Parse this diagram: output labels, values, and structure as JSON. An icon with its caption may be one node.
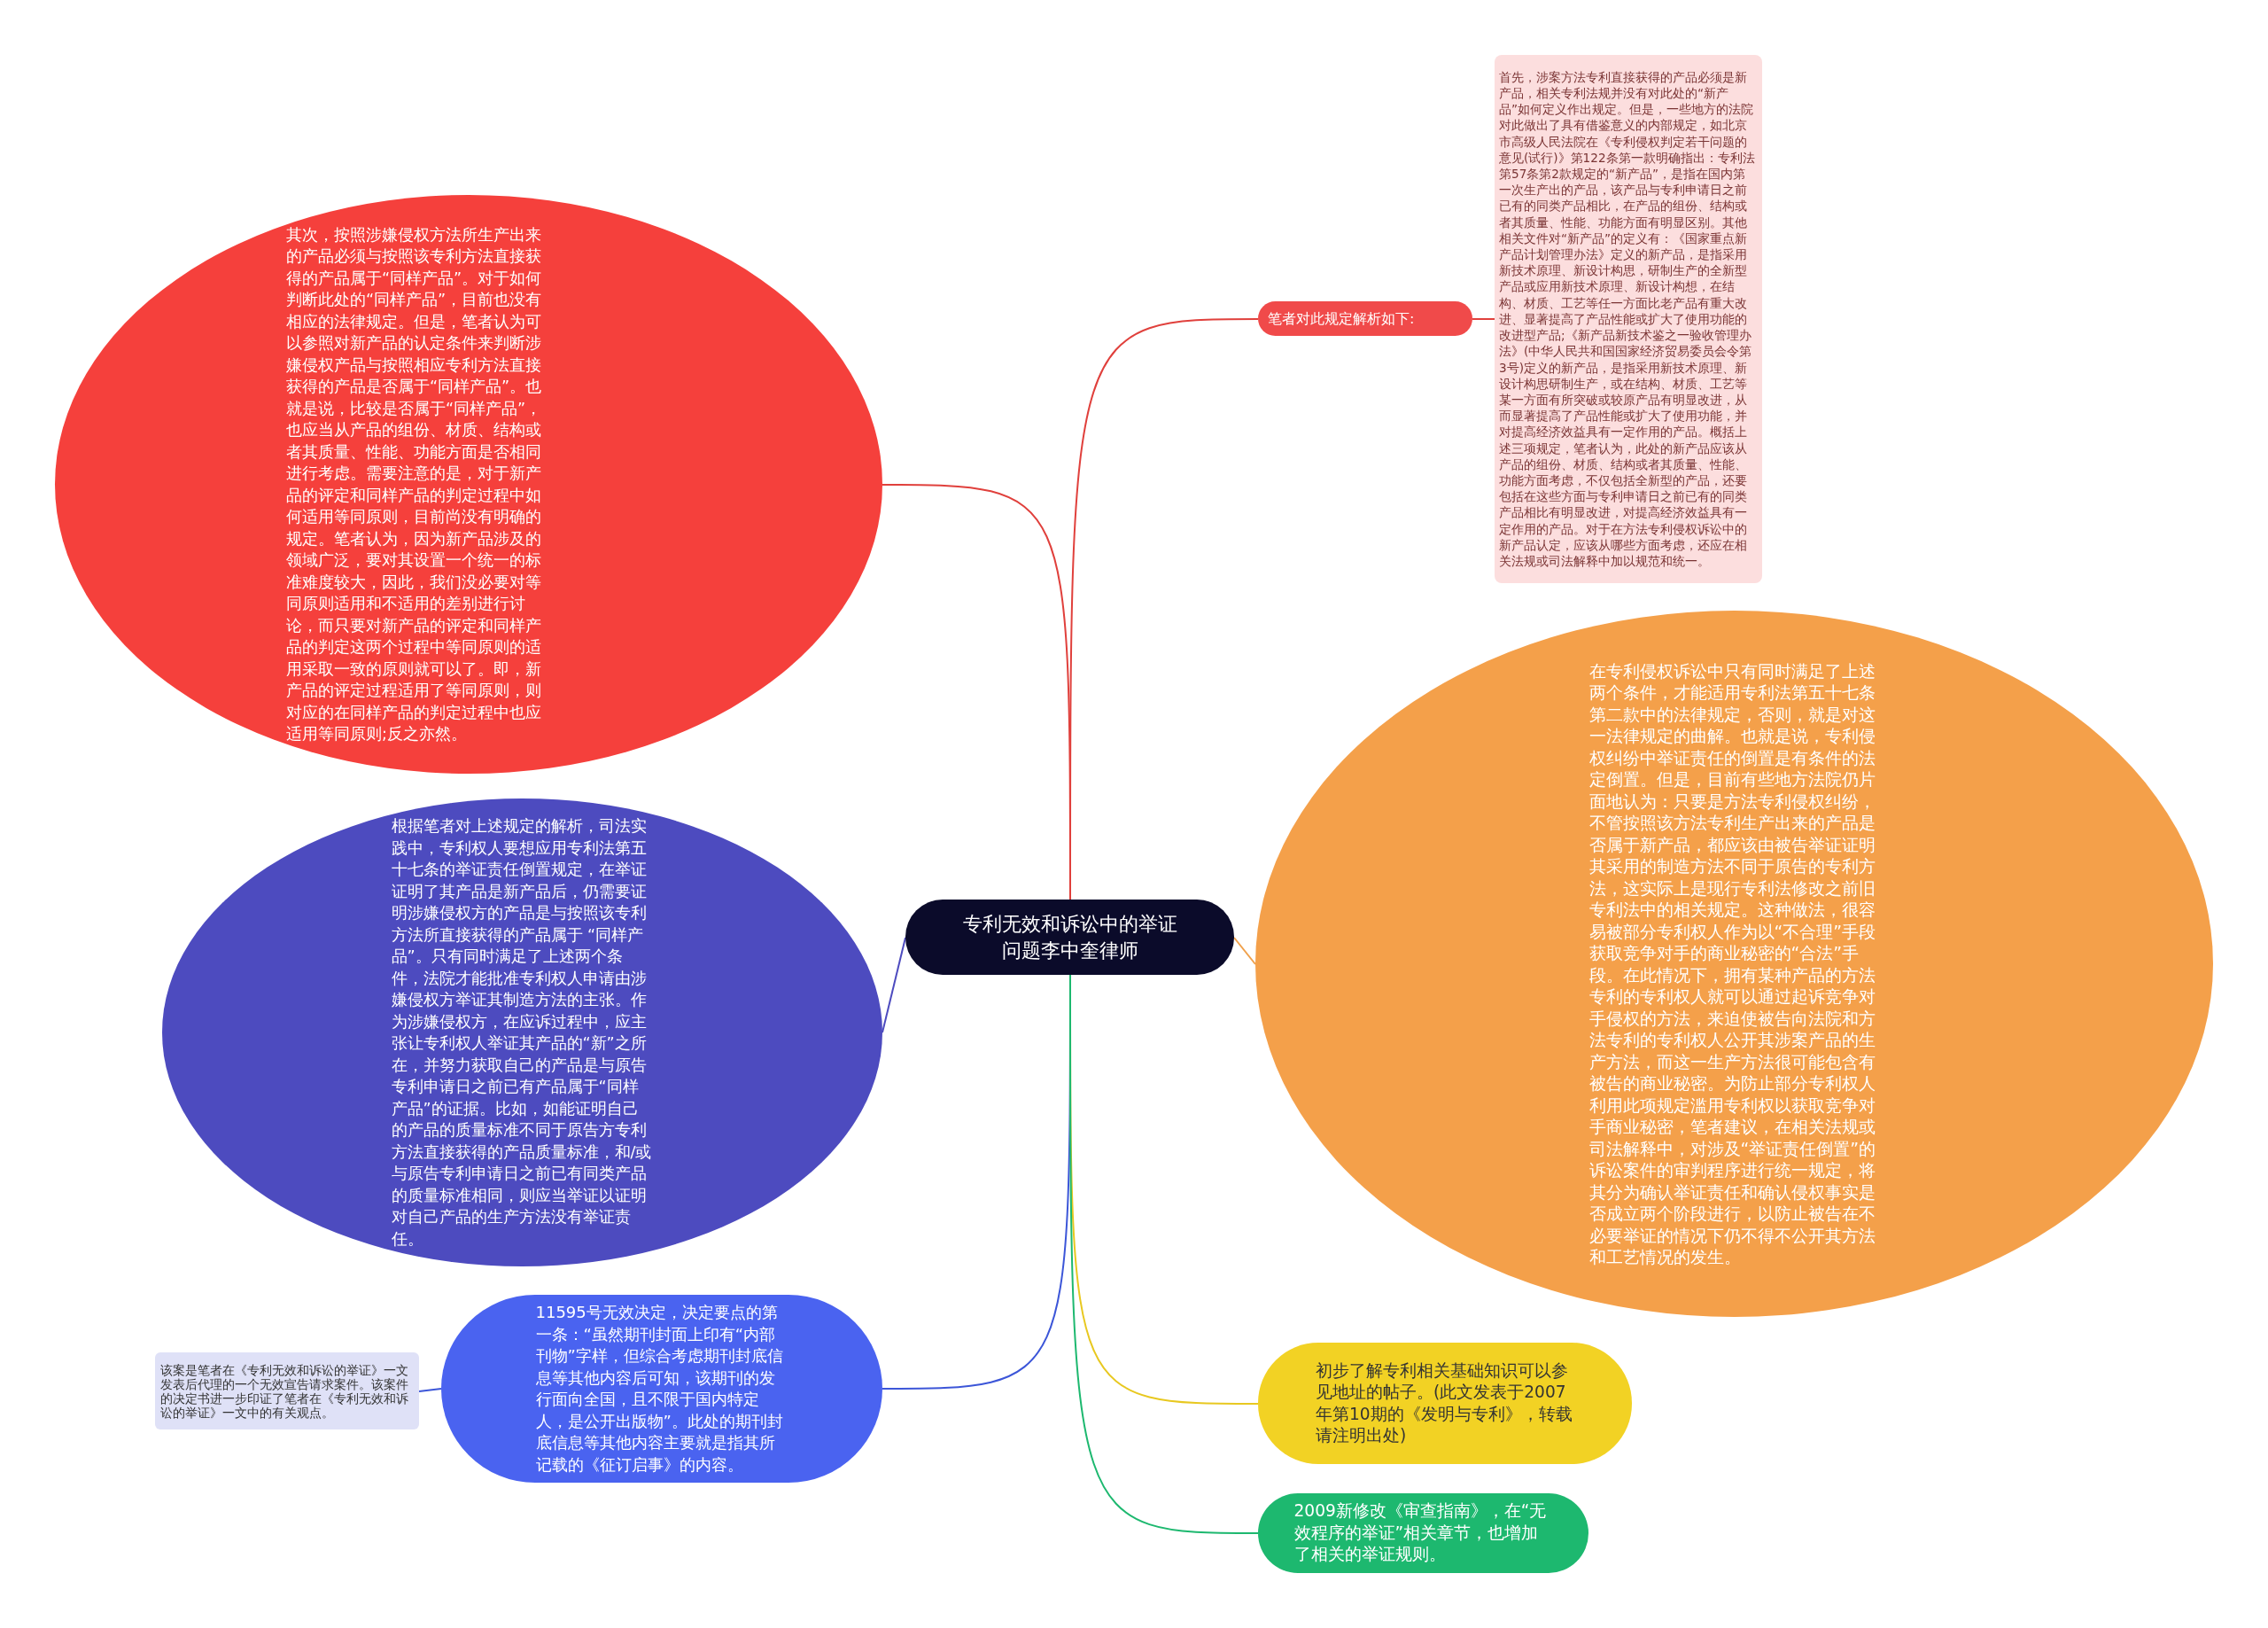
{
  "diagram": {
    "nodes": [
      {
        "text": [
          "专利无效和诉讼中的举证问题李中奎律师"
        ]
      },
      {
        "text": [
          "其次，按照涉嫌侵权方法所生产出来的产品必须与按照该专利方法直接获得的产品属于“同样产品”。对于如何判断此处的“同样产品”，目前也没有相应的法律规定。但是，笔者认为可以参照对新产品的认定条件来判断涉嫌侵权产品与按照相应专利方法直接获得的产品是否属于“同样产品”。也就是说，比较是否属于“同样产品”，也应当从产品的组份、材质、结构或者其质量、性能、功能方面是否相同进行考虑。需要注意的是，对于新产品的评定和同样产品的判定过程中如何适用等同原则，目前尚没有明确的规定。笔者认为，因为新产品涉及的领域广泛，要对其设置一个统一的标准难度较大，因此，我们没必要对等同原则适用和不适用的差别进行讨论，而只要对新产品的评定和同样产品的判定这两个过程中等同原则的适用采取一致的原则就可以了。即，新产品的评定过程适用了等同原则，则对应的在同样产品的判定过程中也应适用等同原则;反之亦然。"
        ]
      },
      {
        "text": [
          "根据笔者对上述规定的解析，司法实践中，专利权人要想应用专利法第五十七条的举证责任倒置规定，在举证证明了其产品是新产品后，仍需要证明涉嫌侵权方的产品是与按照该专利方法所直接获得的产品属于 “同样产品”。只有同时满足了上述两个条件，法院才能批准专利权人申请由涉嫌侵权方举证其制造方法的主张。作为涉嫌侵权方，在应诉过程中，应主张让专利权人举证其产品的“新”之所在，并努力获取自己的产品是与原告专利申请日之前已有产品属于“同样产品”的证据。比如，如能证明自己的产品的质量标准不同于原告方专利方法直接获得的产品质量标准，和/或与原告专利申请日之前已有同类产品的质量标准相同，则应当举证以证明对自己产品的生产方法没有举证责任。"
        ]
      },
      {
        "text": [
          "11595号无效决定，决定要点的第一条：“虽然期刊封面上印有“内部刊物”字样，但综合考虑期刊封底信息等其他内容后可知，该期刊的发行面向全国，且不限于国内特定人，是公开出版物”。此处的期刊封底信息等其他内容主要就是指其所记载的《征订启事》的内容。"
        ]
      },
      {
        "text": [
          "该案是笔者在《专利无效和诉讼的举证》一文发表后代理的一个无效宣告请求案件。该案件的决定书进一步印证了笔者在《专利无效和诉讼的举证》一文中的有关观点。"
        ]
      },
      {
        "text": [
          "笔者对此规定解析如下:"
        ]
      },
      {
        "text": [
          "首先，涉案方法专利直接获得的产品必须是新产品，相关专利法规并没有对此处的“新产品”如何定义作出规定。但是，一些地方的法院对此做出了具有借鉴意义的内部规定，如北京市高级人民法院在《专利侵权判定若干问题的意见(试行)》第122条第一款明确指出：专利法第57条第2款规定的“新产品”，是指在国内第一次生产出的产品，该产品与专利申请日之前已有的同类产品相比，在产品的组份、结构或者其质量、性能、功能方面有明显区别。其他相关文件对“新产品”的定义有：《国家重点新产品计划管理办法》定义的新产品，是指采用新技术原理、新设计构思，研制生产的全新型产品或应用新技术原理、新设计构想，在结构、材质、工艺等任一方面比老产品有重大改进、显著提高了产品性能或扩大了使用功能的改进型产品;《新产品新技术鉴之一验收管理办法》(中华人民共和国国家经济贸易委员会令第3号)定义的新产品，是指采用新技术原理、新设计构思研制生产，或在结构、材质、工艺等某一方面有所突破或较原产品有明显改进，从而显著提高了产品性能或扩大了使用功能，并对提高经济效益具有一定作用的产品。概括上述三项规定，笔者认为，此处的新产品应该从产品的组份、材质、结构或者其质量、性能、功能方面考虑，不仅包括全新型的产品，还要包括在这些方面与专利申请日之前已有的同类产品相比有明显改进，对提高经济效益具有一定作用的产品。对于在方法专利侵权诉讼中的新产品认定，应该从哪些方面考虑，还应在相关法规或司法解释中加以规范和统一。"
        ]
      },
      {
        "text": [
          "在专利侵权诉讼中只有同时满足了上述两个条件，才能适用专利法第五十七条第二款中的法律规定，否则，就是对这一法律规定的曲解。也就是说，专利侵权纠纷中举证责任的倒置是有条件的法定倒置。但是，目前有些地方法院仍片面地认为：只要是方法专利侵权纠纷，不管按照该方法专利生产出来的产品是否属于新产品，都应该由被告举证证明其采用的制造方法不同于原告的专利方法，这实际上是现行专利法修改之前旧专利法中的相关规定。这种做法，很容易被部分专利权人作为以“不合理”手段获取竞争对手的商业秘密的“合法”手段。在此情况下，拥有某种产品的方法专利的专利权人就可以通过起诉竞争对手侵权的方法，来迫使被告向法院和方法专利的专利权人公开其涉案产品的生产方法，而这一生产方法很可能包含有被告的商业秘密。为防止部分专利权人利用此项规定滥用专利权以获取竞争对手商业秘密，笔者建议，在相关法规或司法解释中，对涉及“举证责任倒置”的诉讼案件的审判程序进行统一规定，将其分为确认举证责任和确认侵权事实是否成立两个阶段进行，以防止被告在不必要举证的情况下仍不得不公开其方法和工艺情况的发生。"
        ]
      },
      {
        "text": [
          "初步了解专利相关基础知识可以参见地址的帖子。(此文发表于2007年第10期的《发明与专利》，转载请注明出处)"
        ]
      },
      {
        "text": [
          "2009新修改《审查指南》，在“无效程序的举证”相关章节，也增加了相关的举证规则。"
        ]
      }
    ],
    "edges": [
      {
        "from": 0,
        "to": 1,
        "arrow": "none",
        "color": "#e0403c"
      },
      {
        "from": 0,
        "to": 2,
        "arrow": "none",
        "color": "#4d4bbf"
      },
      {
        "from": 0,
        "to": 3,
        "arrow": "none",
        "color": "#3c56d8"
      },
      {
        "from": 3,
        "to": 4,
        "arrow": "none",
        "color": "#3c56d8"
      },
      {
        "from": 0,
        "to": 5,
        "arrow": "none",
        "color": "#e0403c"
      },
      {
        "from": 5,
        "to": 6,
        "arrow": "none",
        "color": "#e0403c"
      },
      {
        "from": 0,
        "to": 7,
        "arrow": "none",
        "color": "#f0a04a"
      },
      {
        "from": 0,
        "to": 8,
        "arrow": "none",
        "color": "#e8c820"
      },
      {
        "from": 0,
        "to": 9,
        "arrow": "none",
        "color": "#1db86f"
      }
    ]
  }
}
